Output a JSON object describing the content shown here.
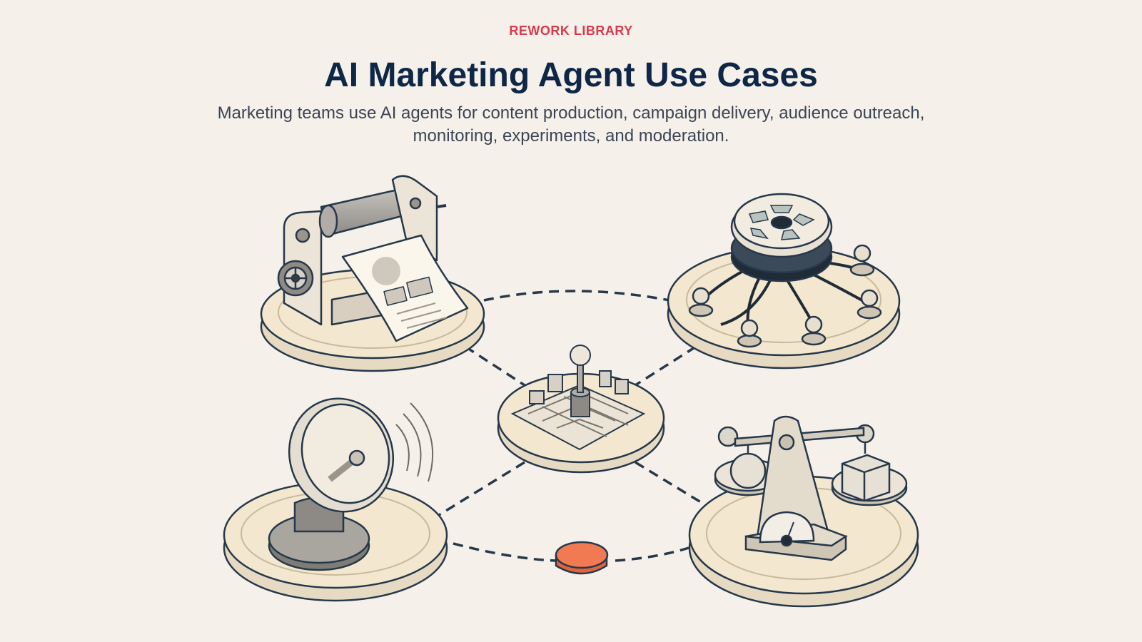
{
  "header": {
    "eyebrow": "REWORK LIBRARY",
    "title": "AI Marketing Agent Use Cases",
    "subtitle": "Marketing teams use AI agents for content production, campaign delivery, audience outreach, monitoring, experiments, and moderation."
  },
  "colors": {
    "eyebrow": "#d9394a",
    "title": "#0e2747",
    "subtitle": "#3b4454",
    "background": "#f5f1ea",
    "platform": "#f3e7cf",
    "outline": "#26384a",
    "connector": "#26384a",
    "accent_node": "#f27a52"
  },
  "diagram": {
    "hub": "town-map-platform",
    "nodes": [
      "printing-press",
      "film-reel",
      "satellite-dish",
      "balance-scale"
    ],
    "accent_node": "orange-puck"
  }
}
